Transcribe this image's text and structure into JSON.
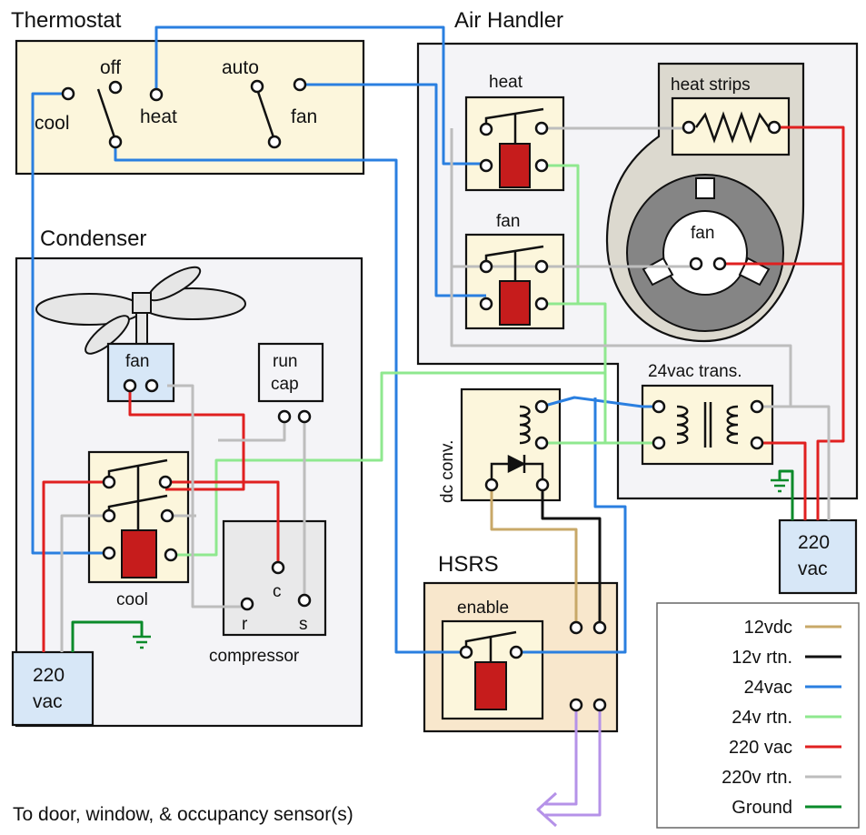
{
  "labels": {
    "thermostat": "Thermostat",
    "air_handler": "Air Handler",
    "condenser": "Condenser",
    "hsrs": "HSRS",
    "t_off": "off",
    "t_cool": "cool",
    "t_heat": "heat",
    "t_auto": "auto",
    "t_fan": "fan",
    "ah_heat": "heat",
    "ah_fan": "fan",
    "heat_strips": "heat strips",
    "blower_fan": "fan",
    "trans": "24vac trans.",
    "dc_conv": "dc conv.",
    "cond_fan": "fan",
    "run_cap_1": "run",
    "run_cap_2": "cap",
    "cool_relay": "cool",
    "comp_c": "c",
    "comp_r": "r",
    "comp_s": "s",
    "compressor": "compressor",
    "enable": "enable",
    "supply_cond_1": "220",
    "supply_cond_2": "vac",
    "supply_ah_1": "220",
    "supply_ah_2": "vac",
    "footer": "To door, window, & occupancy sensor(s)"
  },
  "legend": [
    {
      "label": "12vdc",
      "color": "#c8a868"
    },
    {
      "label": "12v rtn.",
      "color": "#111111"
    },
    {
      "label": "24vac",
      "color": "#2a7fe0"
    },
    {
      "label": "24v rtn.",
      "color": "#8fe88f"
    },
    {
      "label": "220 vac",
      "color": "#e02020"
    },
    {
      "label": "220v rtn.",
      "color": "#bdbdbd"
    },
    {
      "label": "Ground",
      "color": "#0a8a2a"
    }
  ],
  "colors": {
    "panel_fill": "#fcf6dc",
    "unit_fill": "#f4f4f7",
    "hsrs_fill": "#f8e7cc",
    "supply_fill": "#d7e7f7",
    "relay_coil": "#c61c1c",
    "blower_housing": "#dcd9cf",
    "blower_ring": "#858585"
  }
}
